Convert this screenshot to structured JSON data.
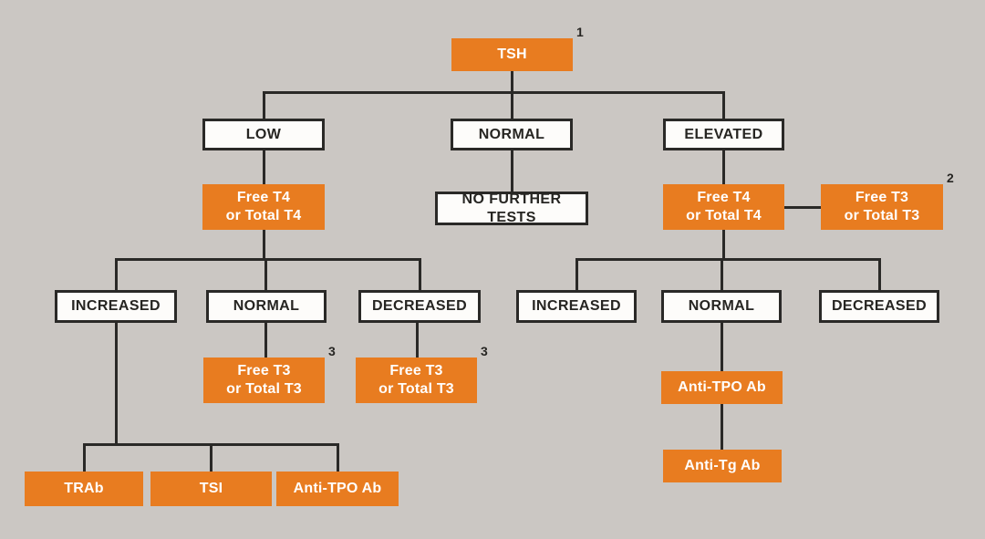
{
  "diagram": {
    "description": "TSH thyroid test decision flowchart",
    "colors": {
      "background": "#cbc7c3",
      "accent_orange": "#e87c20",
      "box_white": "#fdfcfa",
      "border_line": "#2a2927",
      "text_dark": "#262522",
      "text_light": "#ffffff"
    },
    "nodes": {
      "tsh": {
        "label": "TSH",
        "superscript": "1"
      },
      "low": {
        "label": "LOW"
      },
      "normal_top": {
        "label": "NORMAL"
      },
      "elevated": {
        "label": "ELEVATED"
      },
      "free_t4_left": {
        "label": "Free T4\nor Total T4"
      },
      "no_further_tests": {
        "label": "NO FURTHER TESTS"
      },
      "free_t4_right": {
        "label": "Free T4\nor Total T4"
      },
      "free_t3_right": {
        "label": "Free T3\nor Total T3",
        "superscript": "2"
      },
      "increased_left": {
        "label": "INCREASED"
      },
      "normal_left": {
        "label": "NORMAL"
      },
      "decreased_left": {
        "label": "DECREASED"
      },
      "free_t3_under_normal": {
        "label": "Free T3\nor Total T3",
        "superscript": "3"
      },
      "free_t3_under_decreased": {
        "label": "Free T3\nor Total T3",
        "superscript": "3"
      },
      "trab": {
        "label": "TRAb"
      },
      "tsi": {
        "label": "TSI"
      },
      "anti_tpo_left": {
        "label": "Anti-TPO Ab"
      },
      "increased_right": {
        "label": "INCREASED"
      },
      "normal_right": {
        "label": "NORMAL"
      },
      "decreased_right": {
        "label": "DECREASED"
      },
      "anti_tpo_right": {
        "label": "Anti-TPO Ab"
      },
      "anti_tg": {
        "label": "Anti-Tg Ab"
      }
    }
  }
}
